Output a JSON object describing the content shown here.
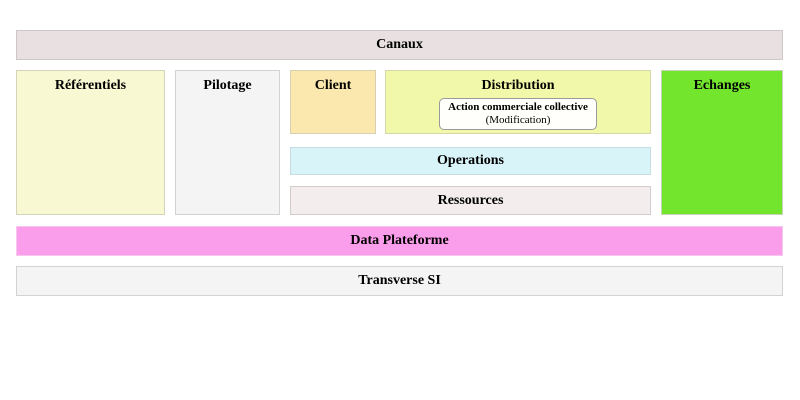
{
  "diagram": {
    "title_blocks": "Enterprise capability map (French)",
    "canaux": {
      "label": "Canaux"
    },
    "referentiels": {
      "label": "Référentiels"
    },
    "pilotage": {
      "label": "Pilotage"
    },
    "client": {
      "label": "Client"
    },
    "distribution": {
      "label": "Distribution",
      "action_box": {
        "title": "Action commerciale collective",
        "subtitle": "(Modification)"
      }
    },
    "echanges": {
      "label": "Echanges"
    },
    "operations": {
      "label": "Operations"
    },
    "ressources": {
      "label": "Ressources"
    },
    "data_plateforme": {
      "label": "Data Plateforme"
    },
    "transverse_si": {
      "label": "Transverse SI"
    }
  },
  "colors": {
    "canaux_bg": "#e9e1e1",
    "referentiels_bg": "#f8f8d2",
    "pilotage_bg": "#f4f4f4",
    "client_bg": "#fae8ae",
    "distribution_bg": "#f2f8aa",
    "echanges_bg": "#73e52d",
    "operations_bg": "#d8f4f9",
    "ressources_bg": "#f3eded",
    "data_plateforme_bg": "#fa9dea",
    "transverse_si_bg": "#f4f4f4",
    "action_box_bg": "#fffffb",
    "action_box_border": "#999999",
    "text": "#000000"
  }
}
